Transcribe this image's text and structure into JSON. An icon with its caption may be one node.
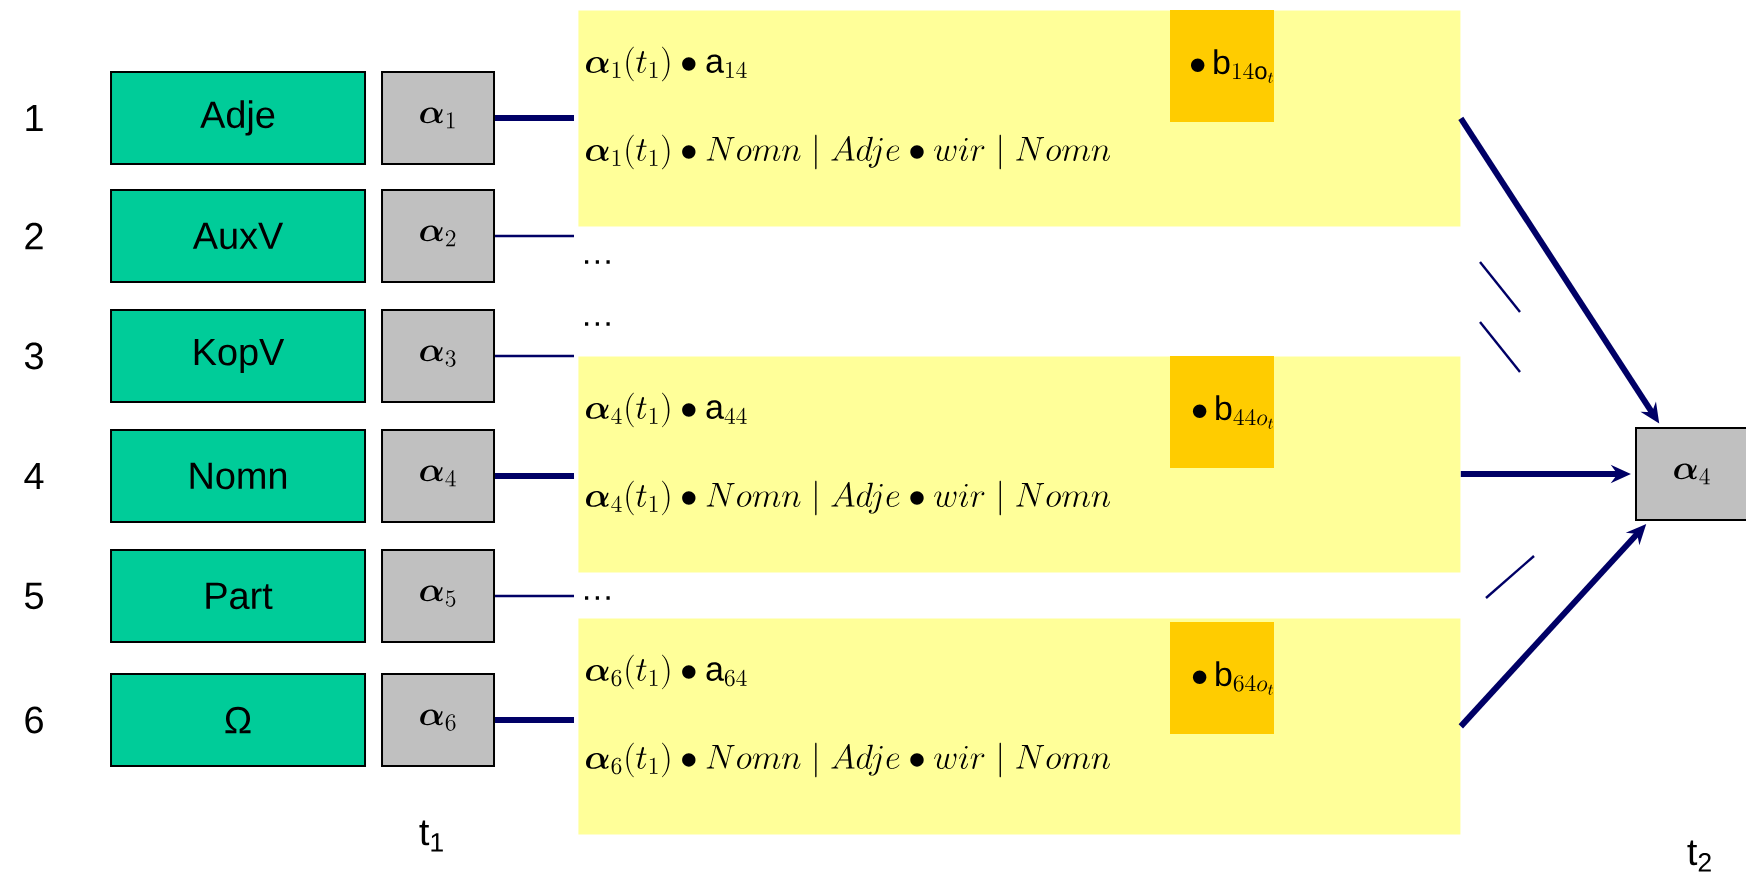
{
  "diagram": {
    "nodes": [
      {
        "text": [
          "Adje"
        ],
        "beside": [
          "1"
        ]
      },
      {
        "text": [
          "AuxV"
        ],
        "beside": [
          "2"
        ]
      },
      {
        "text": [
          "KopV"
        ],
        "beside": [
          "3"
        ]
      },
      {
        "text": [
          "Nomn"
        ],
        "beside": [
          "4"
        ]
      },
      {
        "text": [
          "Part"
        ],
        "beside": [
          "5"
        ]
      },
      {
        "text": [
          "Ω"
        ],
        "beside": [
          "6"
        ]
      },
      {
        "text": [
          "\\boldsymbol{\\alpha}_{1}"
        ]
      },
      {
        "text": [
          "\\boldsymbol{\\alpha}_{2}"
        ]
      },
      {
        "text": [
          "\\boldsymbol{\\alpha}_{3}"
        ]
      },
      {
        "text": [
          "\\boldsymbol{\\alpha}_{4}"
        ]
      },
      {
        "text": [
          "\\boldsymbol{\\alpha}_{5}"
        ]
      },
      {
        "text": [
          "\\boldsymbol{\\alpha}_{6}"
        ]
      },
      {
        "text": [
          "\\boldsymbol{\\alpha}_{1}(t_{1})\\bullet\\mathrm{a}_{14}",
          "\\boldsymbol{\\alpha}_{1}(t_{1})\\bullet Nomn\\mid Adje\\bullet wir\\mid Nomn"
        ]
      },
      {
        "text": [
          "\\bullet\\,\\mathrm{b}_{14\\mathrm{o}_{t}}"
        ],
        "in": 12
      },
      {
        "text": [
          "…"
        ]
      },
      {
        "text": [
          "…"
        ]
      },
      {
        "text": [
          "\\boldsymbol{\\alpha}_{4}(t_{1})\\bullet\\mathrm{a}_{44}",
          "\\boldsymbol{\\alpha}_{4}(t_{1})\\bullet Nomn\\mid Adje\\bullet wir\\mid Nomn"
        ]
      },
      {
        "text": [
          "\\bullet\\,\\mathrm{b}_{44o_{t}}"
        ],
        "in": 16
      },
      {
        "text": [
          "…"
        ]
      },
      {
        "text": [
          "\\boldsymbol{\\alpha}_{6}(t_{1})\\bullet\\mathrm{a}_{64}",
          "\\boldsymbol{\\alpha}_{6}(t_{1})\\bullet Nomn\\mid Adje\\bullet wir\\mid Nomn"
        ]
      },
      {
        "text": [
          "\\bullet\\,\\mathrm{b}_{64o_{t}}"
        ],
        "in": 19
      },
      {
        "text": [
          "\\boldsymbol{\\alpha}_{4}"
        ]
      }
    ],
    "edges": [
      {
        "from": 6,
        "to": 12,
        "arrow": "none"
      },
      {
        "from": 7,
        "to": 14,
        "arrow": "none"
      },
      {
        "from": 8,
        "to": 15,
        "arrow": "none"
      },
      {
        "from": 9,
        "to": 16,
        "arrow": "none"
      },
      {
        "from": 10,
        "to": 18,
        "arrow": "none"
      },
      {
        "from": 11,
        "to": 19,
        "arrow": "none"
      },
      {
        "from": 12,
        "to": 21,
        "arrow": "to"
      },
      {
        "from": 16,
        "to": 21,
        "arrow": "to"
      },
      {
        "from": 19,
        "to": 21,
        "arrow": "to"
      }
    ],
    "labels": [
      "t$_{1}$",
      "t$_{2}$"
    ]
  }
}
